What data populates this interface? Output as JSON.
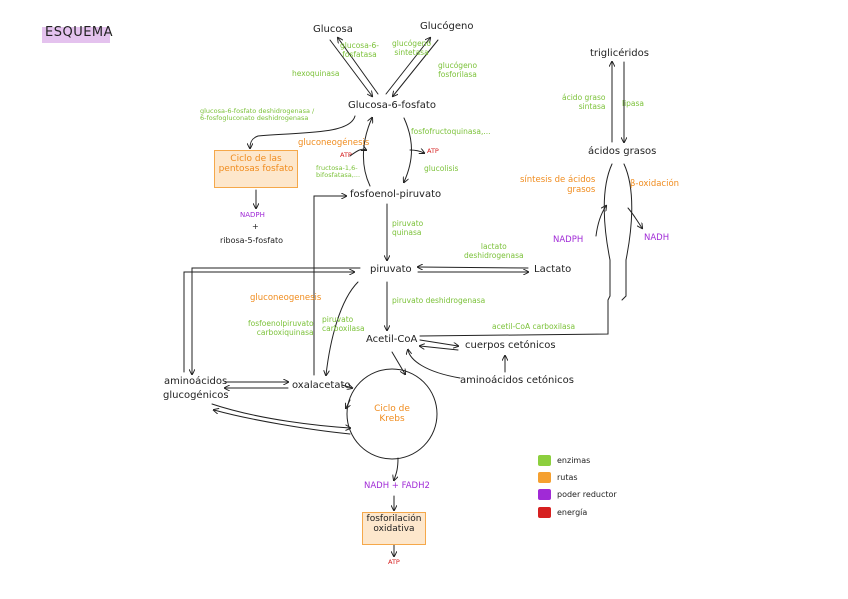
{
  "title": "ESQUEMA",
  "metabolites": {
    "glucosa": "Glucosa",
    "glucogeno": "Glucógeno",
    "g6p": "Glucosa-6-fosfato",
    "pep": "fosfoenol-piruvato",
    "piruvato": "piruvato",
    "lactato": "Lactato",
    "acetil_coa": "Acetil-CoA",
    "cuerpos": "cuerpos cetónicos",
    "aa_cetonicos": "aminoácidos cetónicos",
    "aa_gluco_1": "aminoácidos",
    "aa_gluco_2": "glucogénicos",
    "oxalacetato": "oxalacetato",
    "trigliceridos": "triglicéridos",
    "acidos_grasos": "ácidos grasos",
    "ribosa": "ribosa-5-fosfato",
    "plus": "+"
  },
  "enzymes": {
    "g6fosfatasa": [
      "glucosa-6-",
      "fosfatasa"
    ],
    "glucogeno_sint": [
      "glucógeno",
      "sintetasa"
    ],
    "glucogeno_fosf": [
      "glucógeno",
      "fosforilasa"
    ],
    "hexoquinasa": "hexoquinasa",
    "g6p_deshidro": [
      "glucosa-6-fosfato deshidrogenasa /",
      "6-fosfogluconato deshidrogenasa"
    ],
    "pfk": "fosfofructoquinasa,...",
    "fbpasa": [
      "fructosa-1,6-",
      "bifosfatasa,..."
    ],
    "piruvato_quinasa": [
      "piruvato",
      "quinasa"
    ],
    "lactato_deshidro": [
      "lactato",
      "deshidrogenasa"
    ],
    "piruvato_deshidro": "piruvato deshidrogenasa",
    "pepck": [
      "fosfoenolpiruvato",
      "carboxiquinasa"
    ],
    "piruvato_carbox": [
      "piruvato",
      "carboxilasa"
    ],
    "acetilcoa_carbox": "acetil-CoA carboxilasa",
    "acido_graso_sint": [
      "ácido graso",
      "sintasa"
    ],
    "lipasa": "lipasa"
  },
  "routes": {
    "gluconeogenesis_top": "gluconeogénesis",
    "glucolisis": "glucolisis",
    "gluconeogenesis_mid": "gluconeogenesis",
    "sintesis_ag": [
      "síntesis de ácidos",
      "grasos"
    ],
    "beta_ox": "β-oxidación",
    "pentosas": [
      "Ciclo de las",
      "pentosas fosfato"
    ],
    "krebs": [
      "Ciclo de",
      "Krebs"
    ],
    "fosforilacion": [
      "fosforilación",
      "oxidativa"
    ]
  },
  "power": {
    "nadph_pentosas": "NADPH",
    "nadph_ag": "NADPH",
    "nadh_beta": "NADH",
    "nadh_fadh2": "NADH + FADH2"
  },
  "energy": {
    "atp_gluconeo": "ATP",
    "atp_glucolisis": "ATP",
    "atp_oxfos": "ATP"
  },
  "legend": [
    {
      "label": "enzimas",
      "color": "#8ccf3e"
    },
    {
      "label": "rutas",
      "color": "#f5a030"
    },
    {
      "label": "poder reductor",
      "color": "#a02ad6"
    },
    {
      "label": "energía",
      "color": "#d62020"
    }
  ],
  "colors": {
    "enzyme": "#7cc23a",
    "route": "#f08c1e",
    "power": "#a02ad6",
    "energy": "#d62020",
    "box_fill": "#fde7cc",
    "box_border": "#f5a84a",
    "title_highlight": "#e4c2ee"
  }
}
